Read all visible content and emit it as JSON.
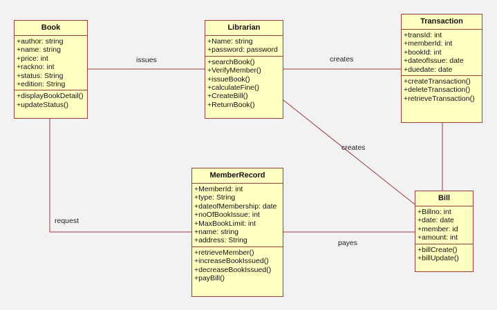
{
  "classes": {
    "book": {
      "name": "Book",
      "attributes": [
        "+author: string",
        "+name: string",
        "+price: int",
        "+rackno: int",
        "+status: String",
        "+edition: String"
      ],
      "operations": [
        "+displayBookDetail()",
        "+updateStatus()"
      ]
    },
    "librarian": {
      "name": "Librarian",
      "attributes": [
        "+Name: string",
        "+password: password"
      ],
      "operations": [
        "+searchBook()",
        "+VerifyMember()",
        "+issueBook()",
        "+calculateFine()",
        "+CreateBill()",
        "+ReturnBook()"
      ]
    },
    "transaction": {
      "name": "Transaction",
      "attributes": [
        "+transId: int",
        "+memberId: int",
        "+bookId: int",
        "+dateofIssue: date",
        "+duedate: date"
      ],
      "operations": [
        "+createTransaction()",
        "+deleteTransaction()",
        "+retrieveTransaction()"
      ]
    },
    "member_record": {
      "name": "MemberRecord",
      "attributes": [
        "+MemberId: int",
        "+type: String",
        "+dateofMembership: date",
        "+noOfBookIssue: int",
        "+MaxBookLimit: int",
        "+name: string",
        "+address: String"
      ],
      "operations": [
        "+retrieveMember()",
        "+increaseBookIssued()",
        "+decreaseBookIssued()",
        "+payBill()"
      ]
    },
    "bill": {
      "name": "Bill",
      "attributes": [
        "+Billno: int",
        "+date: date",
        "+member: id",
        "+amount: int"
      ],
      "operations": [
        "+billCreate()",
        "+billUpdate()"
      ]
    }
  },
  "associations": {
    "book_librarian": "issues",
    "librarian_transaction": "creates",
    "librarian_bill": "creates",
    "book_member": "request",
    "member_bill": "payes"
  },
  "colors": {
    "class_fill": "#ffffc2",
    "border": "#9c3a3a",
    "background": "#f2f2f2"
  }
}
